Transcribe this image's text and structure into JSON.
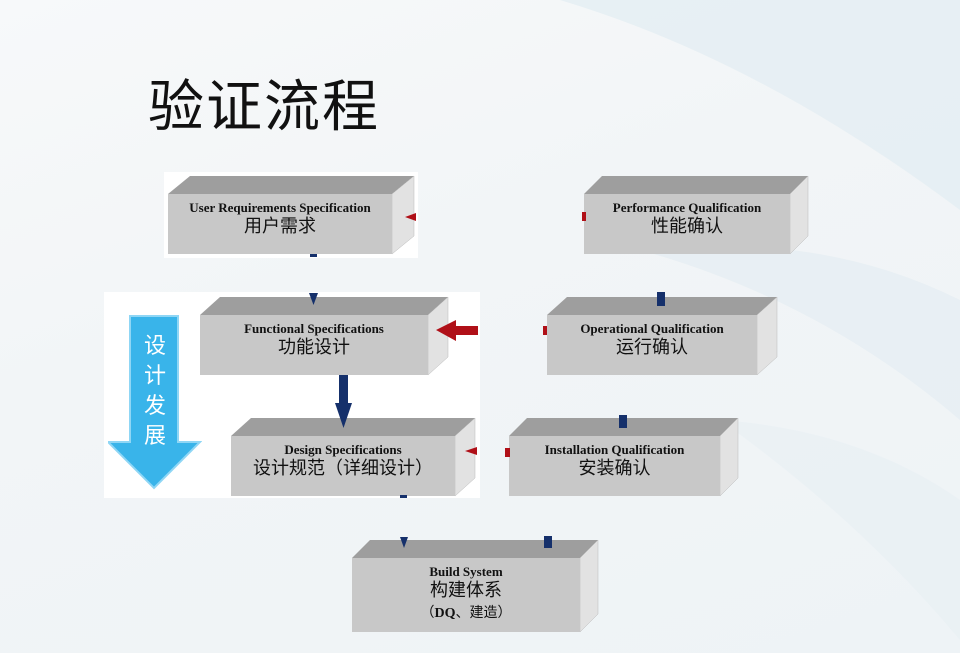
{
  "title": "验证流程",
  "dev_arrow_label": [
    "设",
    "计",
    "发",
    "展"
  ],
  "boxes": [
    {
      "id": "urs",
      "en": "User Requirements Specification",
      "zh": "用户需求"
    },
    {
      "id": "pq",
      "en": "Performance Qualification",
      "zh": "性能确认"
    },
    {
      "id": "fs",
      "en": "Functional Specifications",
      "zh": "功能设计"
    },
    {
      "id": "oq",
      "en": "Operational Qualification",
      "zh": "运行确认"
    },
    {
      "id": "ds",
      "en": "Design  Specifications",
      "zh": "设计规范（详细设计）"
    },
    {
      "id": "iq",
      "en": "Installation Qualification",
      "zh": "安装确认"
    },
    {
      "id": "bs",
      "en": "Build System",
      "zh": "构建体系",
      "sub_open": "（",
      "sub_bold": "DQ",
      "sub_rest": "、建造）"
    }
  ],
  "colors": {
    "box_front": "#c8c8c8",
    "box_top": "#9e9e9e",
    "box_side": "#e2e2e2",
    "arrow_blue": "#15306b",
    "arrow_red": "#b01018",
    "dev_arrow": "#39b4ea"
  }
}
